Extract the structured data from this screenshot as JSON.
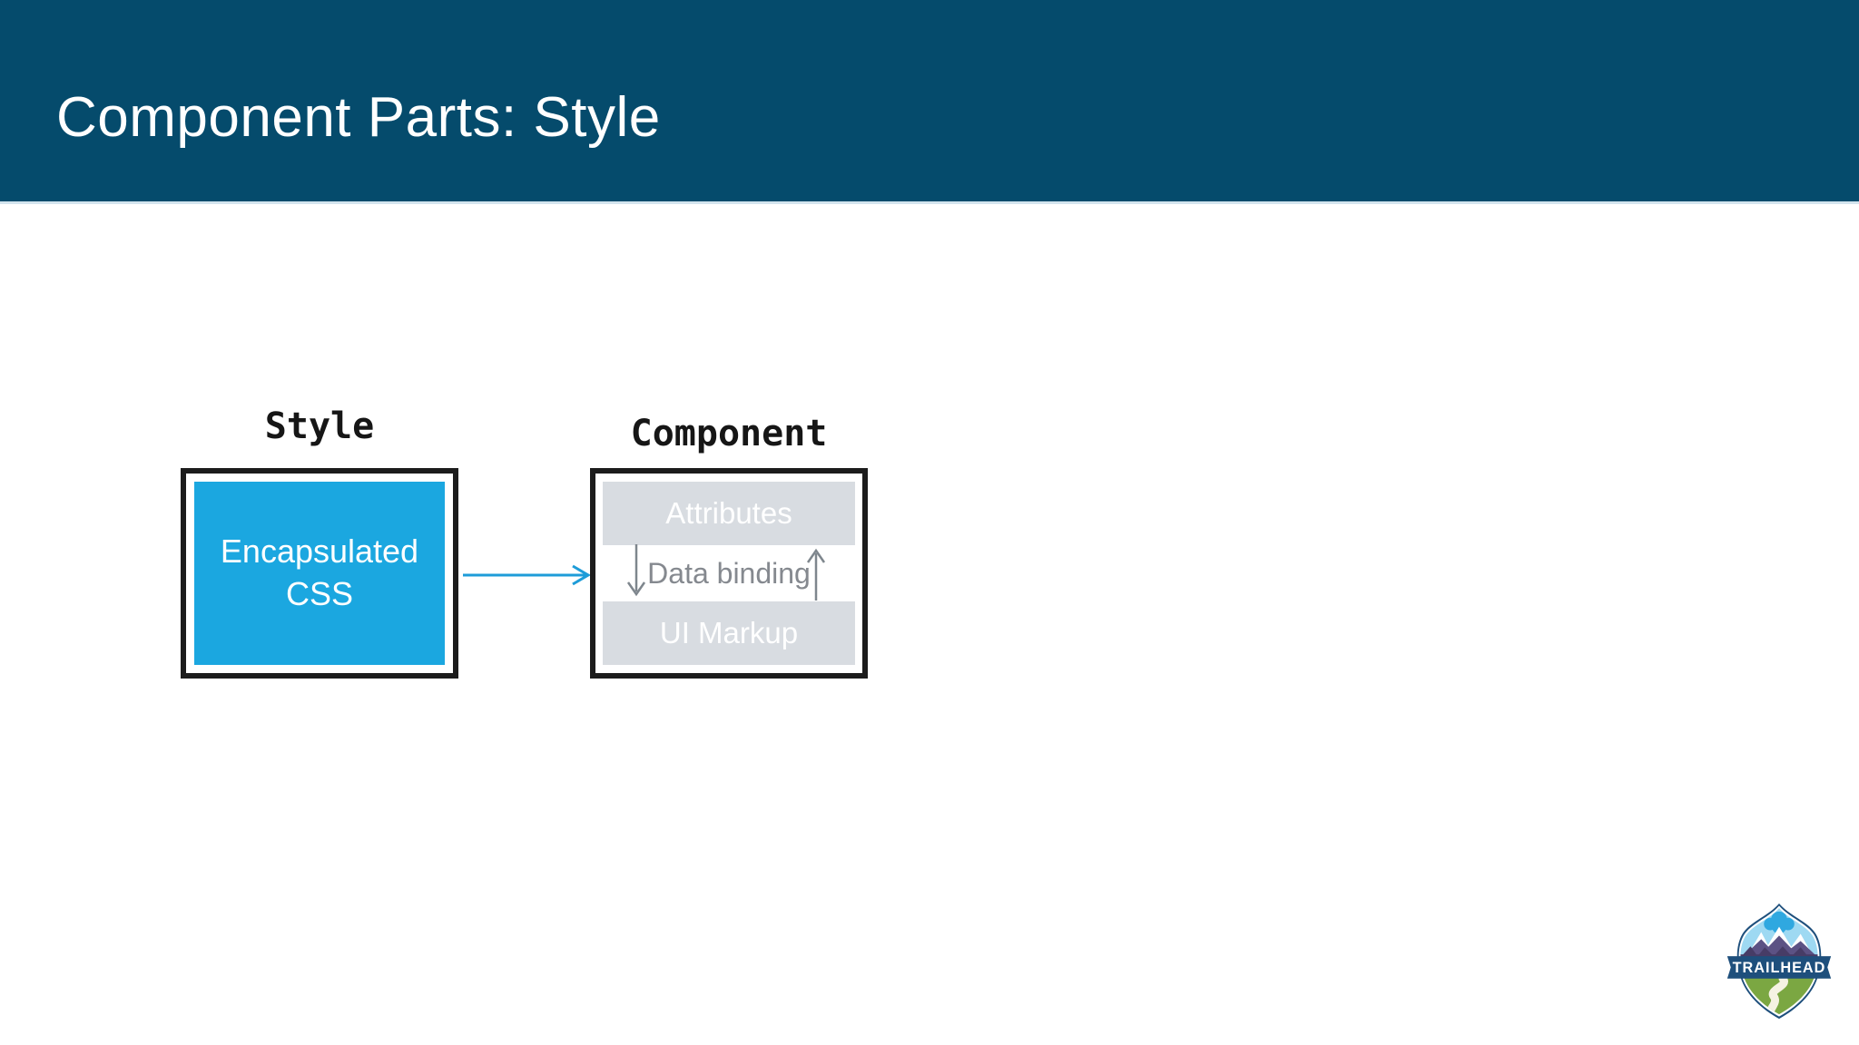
{
  "header": {
    "title": "Component Parts: Style"
  },
  "diagram": {
    "style_label": "Style",
    "style_box_text": "Encapsulated CSS",
    "component_label": "Component",
    "attributes_label": "Attributes",
    "data_binding_label": "Data binding",
    "ui_markup_label": "UI Markup"
  },
  "logo": {
    "banner_text": "TRAILHEAD"
  },
  "colors": {
    "header_bg": "#054B6C",
    "accent_cyan": "#1BA7E0",
    "arrow_blue": "#1E9CD8",
    "box_border": "#1C1C1C",
    "gray_panel": "#D8DCE1",
    "gray_text": "#85898F",
    "gray_arrow": "#7E868D",
    "logo_navy": "#1E4F7C",
    "logo_sky": "#9ED9F2",
    "logo_cloud": "#2FA8E0",
    "logo_mountain": "#5C5284",
    "logo_mountain_dark": "#473C66",
    "logo_green": "#7BA742",
    "logo_trail": "#F5F2E3"
  }
}
